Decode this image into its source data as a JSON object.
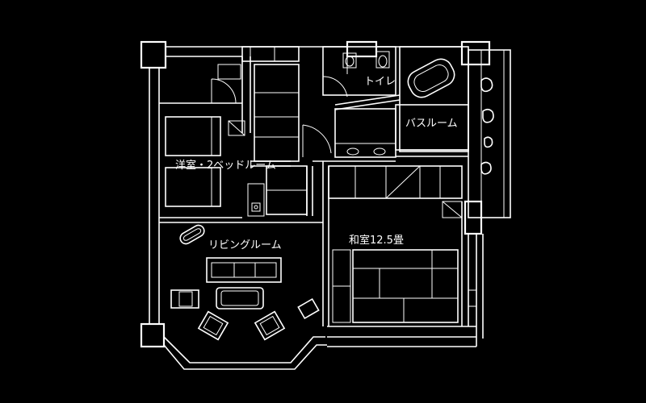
{
  "rooms": {
    "toilet": "トイレ",
    "bath": "バスルーム",
    "western_bedroom": "洋室・2ベッドルーム",
    "living": "リビングルーム",
    "japanese_room": "和室12.5畳"
  },
  "colors": {
    "background": "#000000",
    "lines": "#ffffff"
  }
}
